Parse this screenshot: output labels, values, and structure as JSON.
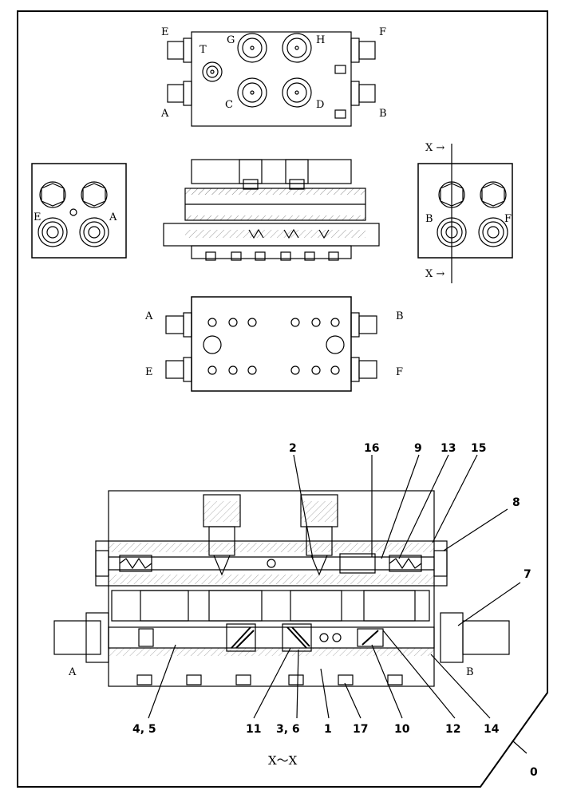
{
  "views": {
    "top": {
      "ports": [
        "E",
        "F",
        "T",
        "G",
        "H",
        "C",
        "D",
        "A",
        "B"
      ]
    },
    "left_end": {
      "ports": [
        "E",
        "A"
      ]
    },
    "right_end": {
      "ports": [
        "B",
        "F"
      ],
      "section_marks": [
        "X →",
        "X →"
      ]
    },
    "bottom": {
      "ports": [
        "A",
        "B",
        "E",
        "F"
      ]
    },
    "section": {
      "ports": [
        "A",
        "B"
      ],
      "title": "X～X",
      "callouts_top": [
        "2",
        "16",
        "9",
        "13",
        "15",
        "8",
        "7"
      ],
      "callouts_bottom": [
        "4, 5",
        "11",
        "3, 6",
        "1",
        "17",
        "10",
        "12",
        "14"
      ]
    }
  },
  "corner_label": "0"
}
